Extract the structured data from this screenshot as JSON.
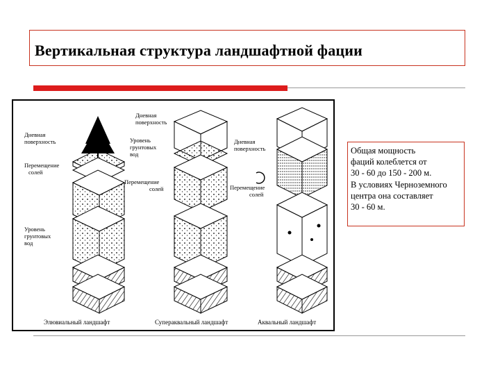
{
  "slide": {
    "title": "Вертикальная структура  ландшафтной фации"
  },
  "note": {
    "lines": [
      "Общая мощность",
      "фаций колеблется от",
      "30 - 60 до 150 - 200 м.",
      "В условиях Черноземного",
      "центра она составляет",
      "30 - 60 м."
    ]
  },
  "figure": {
    "labels": {
      "surface_left": "Дневная",
      "surface_left_2": "поверхность",
      "salt_left": "Перемещение",
      "salt_left_2": "солей",
      "gw_left": "Уровень",
      "gw_left_2": "грунтовых",
      "gw_left_3": "вод",
      "surface_mid": "Дневная",
      "surface_mid_2": "поверхность",
      "gw_mid": "Уровень",
      "gw_mid_2": "грунтовых",
      "gw_mid_3": "вод",
      "salt_mid": "Перемещение",
      "salt_mid_2": "солей",
      "surface_right": "Дневная",
      "surface_right_2": "поверхность",
      "salt_right": "Перемещение",
      "salt_right_2": "солей",
      "caption_left": "Элювиальный ландшафт",
      "caption_mid": "Супераквальный ландшафт",
      "caption_right": "Аквальный ландшафт"
    }
  }
}
